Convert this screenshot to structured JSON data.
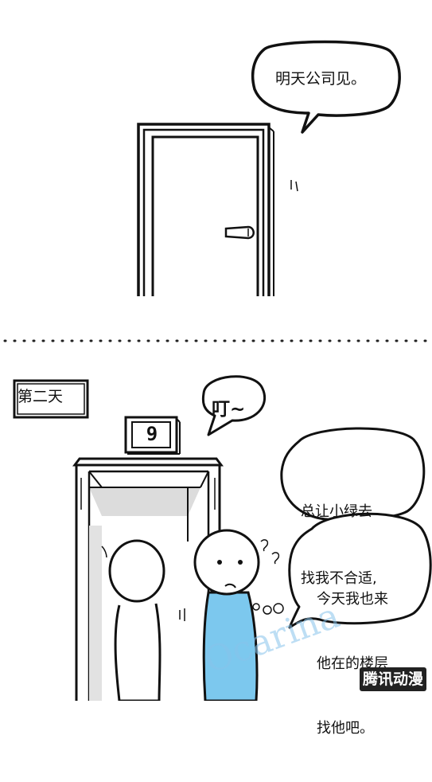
{
  "panel_top": {
    "speech": "明天公司见。"
  },
  "panel_bottom": {
    "day_tag": "第二天",
    "floor_number": "9",
    "ding": "叮~",
    "speech_a_lines": [
      "总让小绿去",
      "找我不合适,"
    ],
    "speech_b_lines": [
      "今天我也来",
      "他在的楼层",
      "找他吧。"
    ]
  },
  "watermark": {
    "text": "Ocarina",
    "logo": "腾讯动漫"
  },
  "colors": {
    "ink": "#111111",
    "blue_figure": "#7cc8ee",
    "shadow_grey": "#d9d9d9",
    "watermark_blue": "#87c3eb"
  }
}
